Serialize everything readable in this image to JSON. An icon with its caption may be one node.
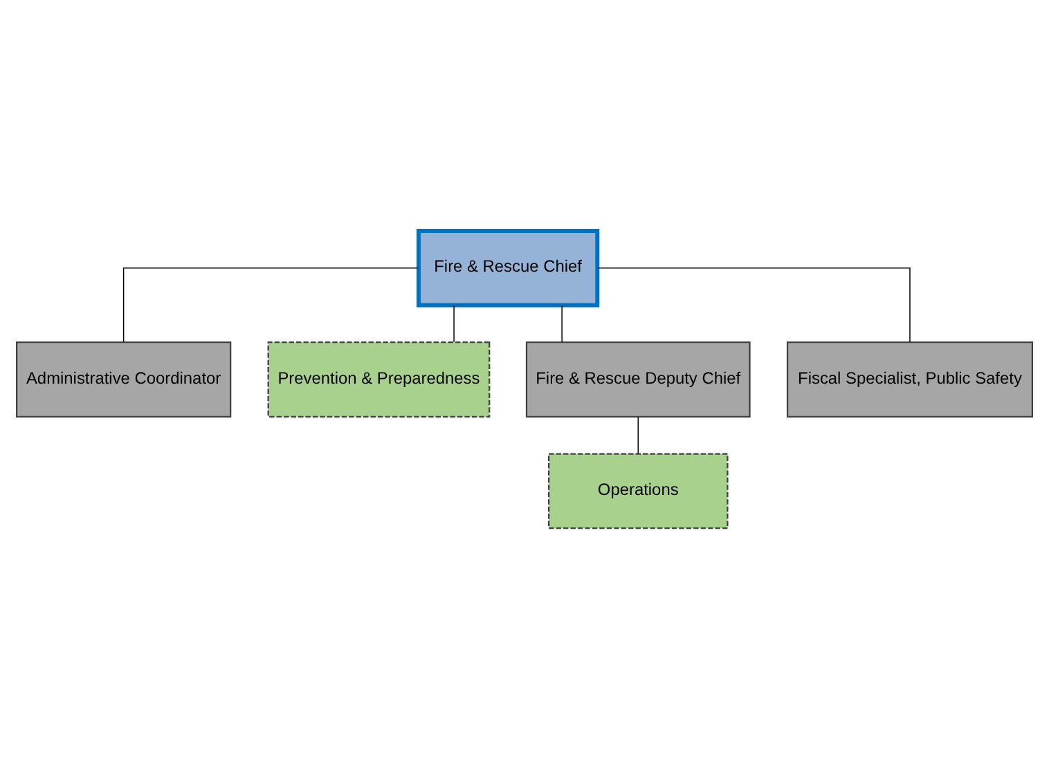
{
  "diagram": {
    "nodes": [
      {
        "text": [
          "Fire & Rescue Chief"
        ]
      },
      {
        "text": [
          "Administrative Coordinator"
        ]
      },
      {
        "text": [
          "Prevention & Preparedness"
        ]
      },
      {
        "text": [
          "Fire & Rescue Deputy Chief"
        ]
      },
      {
        "text": [
          "Fiscal Specialist, Public Safety"
        ]
      },
      {
        "text": [
          "Operations"
        ]
      }
    ],
    "edges": [
      {
        "from": 0,
        "to": 1,
        "arrow": "none"
      },
      {
        "from": 0,
        "to": 2,
        "arrow": "none"
      },
      {
        "from": 0,
        "to": 3,
        "arrow": "none"
      },
      {
        "from": 0,
        "to": 4,
        "arrow": "none"
      },
      {
        "from": 3,
        "to": 5,
        "arrow": "none"
      }
    ]
  }
}
